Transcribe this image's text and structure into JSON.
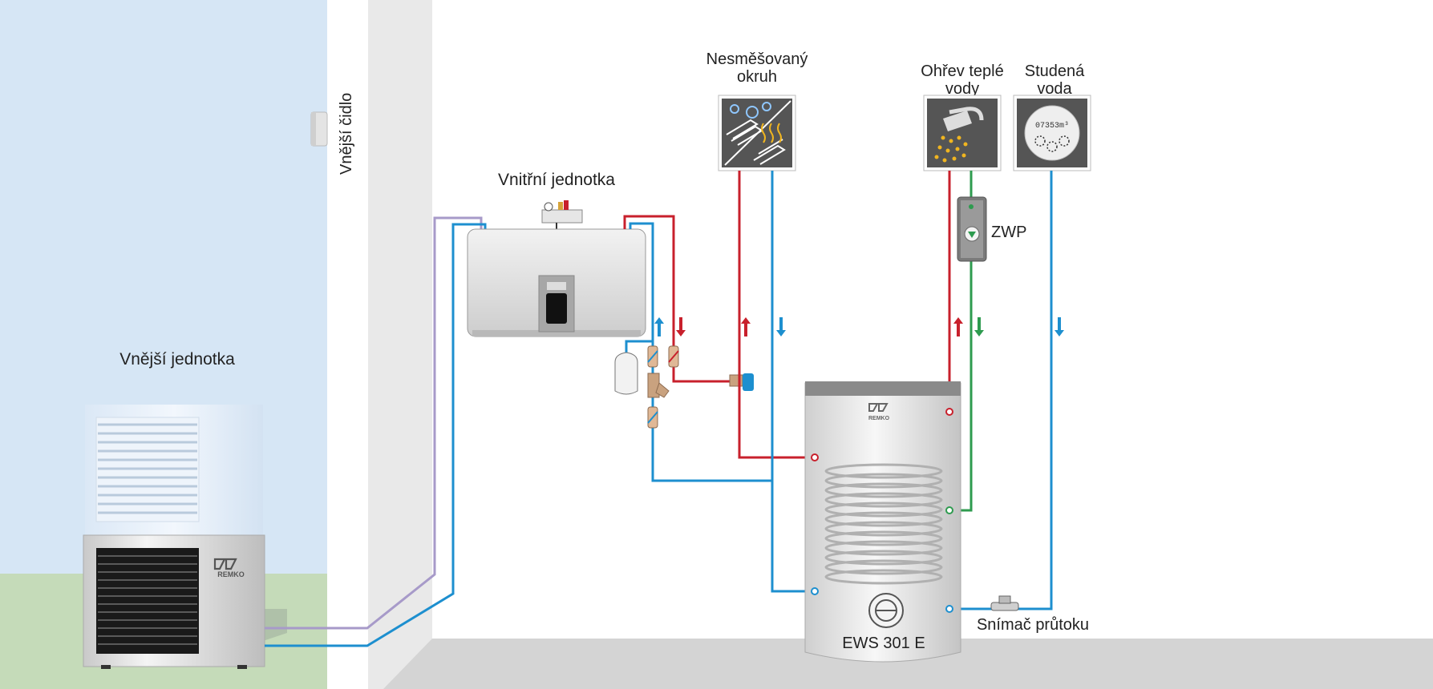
{
  "labels": {
    "outdoor_sensor": "Vnější čidlo",
    "outdoor_unit": "Vnější jednotka",
    "indoor_unit": "Vnitřní jednotka",
    "unmixed_circuit_line1": "Nesměšovaný",
    "unmixed_circuit_line2": "okruh",
    "hot_water_line1": "Ohřev teplé",
    "hot_water_line2": "vody",
    "cold_water_line1": "Studená",
    "cold_water_line2": "voda",
    "circulation_pump": "ZWP",
    "flow_sensor": "Snímač průtoku",
    "tank_model": "EWS 301 E",
    "brand": "REMKO",
    "water_meter_digits": "07353m³"
  },
  "colors": {
    "sky": "#d6e6f5",
    "ground": "#c5dbb9",
    "wall": "#e9e9e9",
    "floor": "#d4d4d4",
    "flow_red": "#c8202c",
    "return_blue": "#1d8fcf",
    "refrigerant_purple": "#a79ac9",
    "circulation_green": "#2e9b4f",
    "panel_dark": "#555555"
  },
  "icons": {
    "outdoor_sensor": "sensor-icon",
    "unmixed_circuit": "floor-heating-cooling-icon",
    "hot_water": "shower-icon",
    "cold_water": "water-meter-icon"
  }
}
